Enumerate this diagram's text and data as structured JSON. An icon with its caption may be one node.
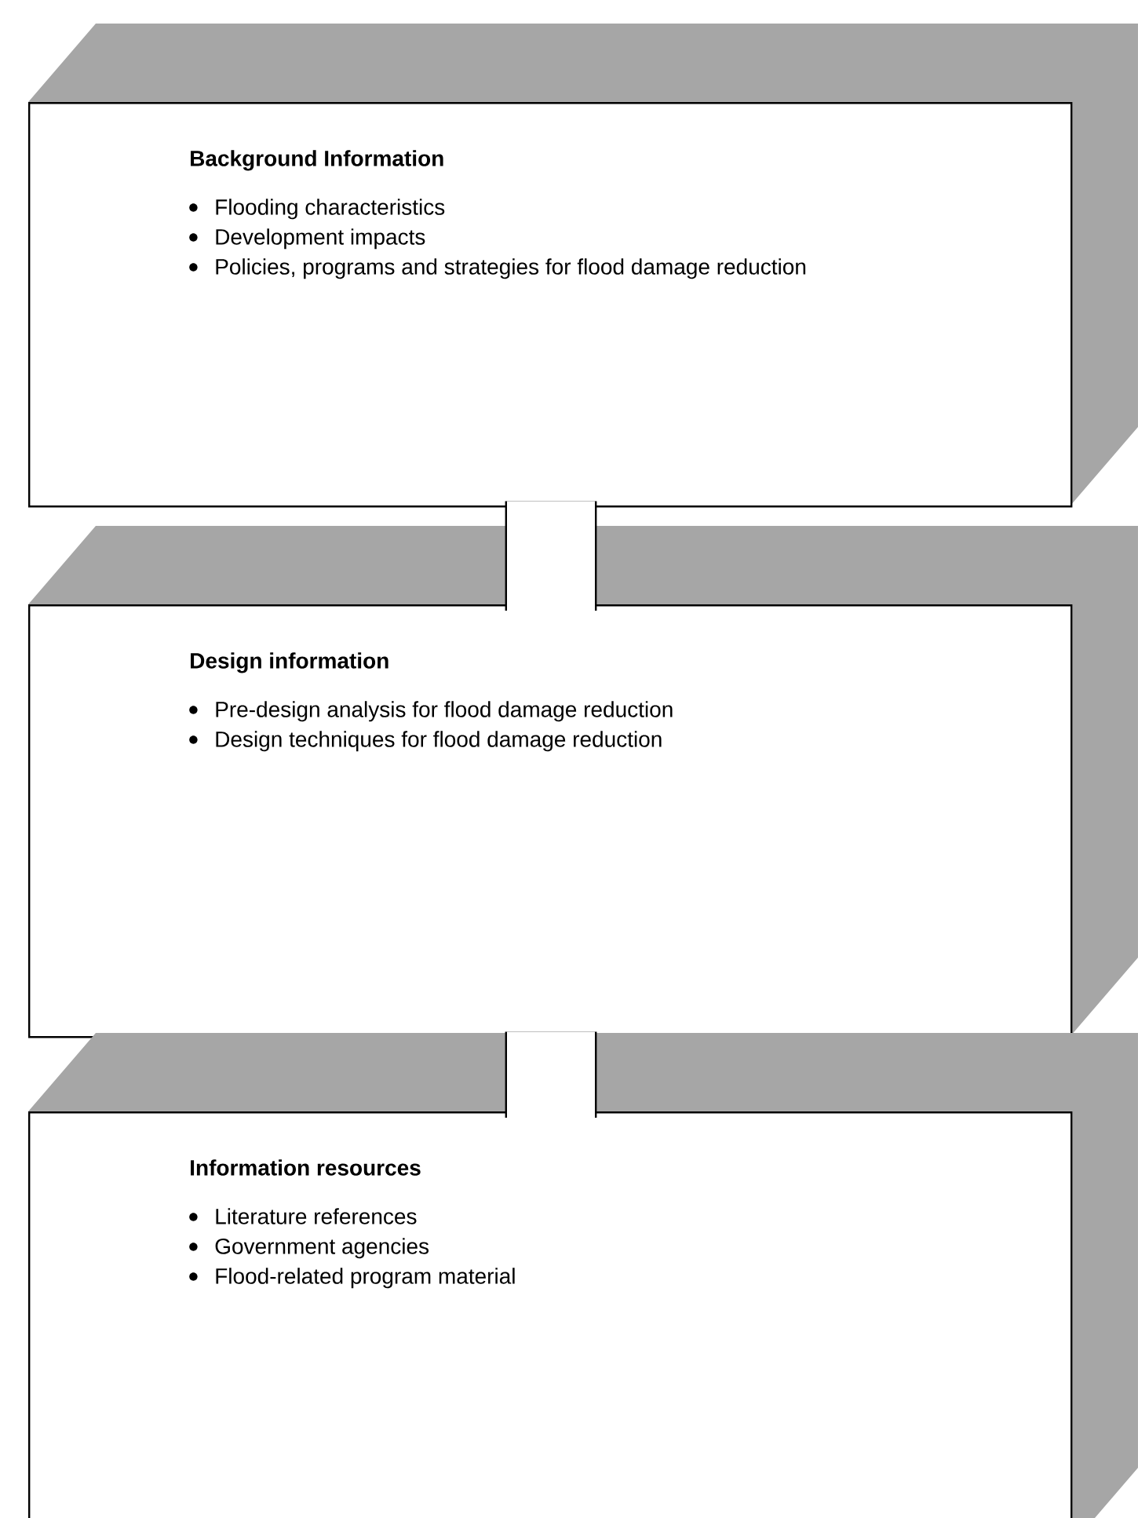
{
  "diagram": {
    "nodes": [
      {
        "text": [
          "Background Information",
          "Flooding characteristics",
          "Development impacts",
          "Policies, programs and strategies for flood damage reduction"
        ]
      },
      {
        "text": [
          "Design information",
          "Pre-design analysis for flood damage reduction",
          "Design techniques for flood damage reduction"
        ]
      },
      {
        "text": [
          "Information resources",
          "Literature references",
          "Government agencies",
          "Flood-related program material"
        ]
      }
    ],
    "edges": [
      {
        "from": 0,
        "to": 1,
        "arrow": "none"
      },
      {
        "from": 1,
        "to": 2,
        "arrow": "none"
      }
    ]
  }
}
